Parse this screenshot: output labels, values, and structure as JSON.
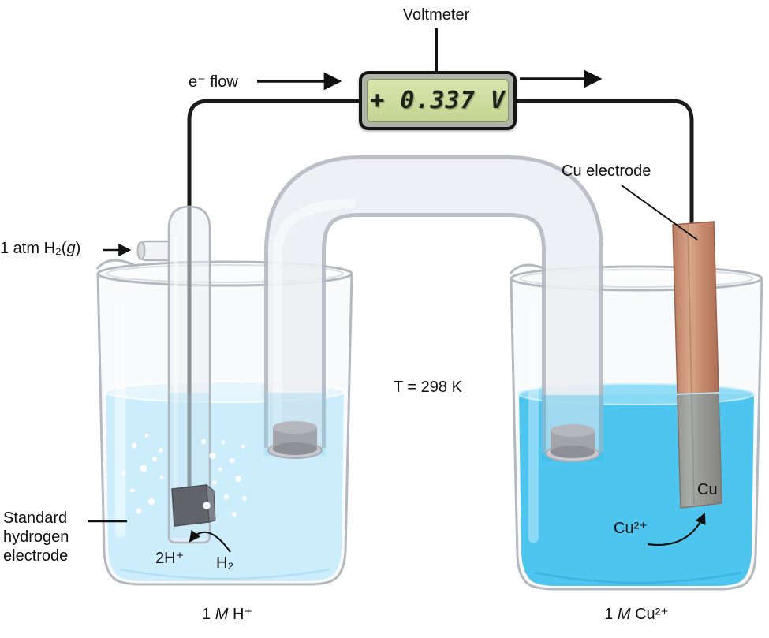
{
  "colors": {
    "solution_left": "#c5eafc",
    "solution_right": "#3fc0ee",
    "copper": "#c98e74",
    "lcd_background": "#cfe0a4",
    "wire": "#1b1b1b"
  },
  "voltmeter": {
    "label": "Voltmeter",
    "reading": "+ 0.337 V"
  },
  "circuit": {
    "electron_flow_label": "e⁻ flow"
  },
  "conditions": {
    "temperature": "T = 298 K"
  },
  "left_half_cell": {
    "gas_inlet": {
      "prefix": "1 atm H₂(",
      "italic": "g",
      "suffix": ")"
    },
    "electrode_name": {
      "line1": "Standard",
      "line2": "hydrogen",
      "line3": "electrode"
    },
    "ion_label": "2H⁺",
    "gas_label": "H₂",
    "solution": {
      "amount": "1 ",
      "unit": "M",
      "species": " H⁺"
    }
  },
  "right_half_cell": {
    "electrode_name": "Cu electrode",
    "metal_label": "Cu",
    "ion_label": "Cu²⁺",
    "solution": {
      "amount": "1 ",
      "unit": "M",
      "species": " Cu²⁺"
    }
  }
}
